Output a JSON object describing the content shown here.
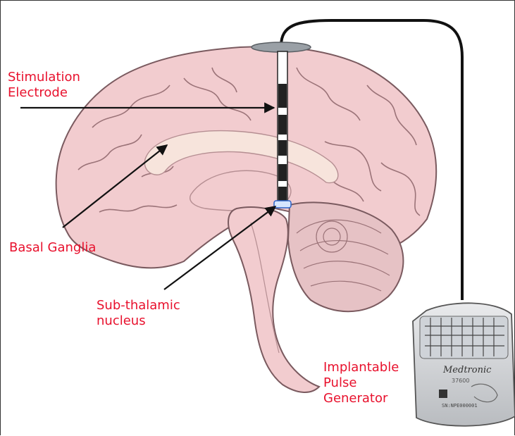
{
  "labels": {
    "electrode_line1": "Stimulation",
    "electrode_line2": "Electrode",
    "basal_ganglia": "Basal Ganglia",
    "stn_line1": "Sub-thalamic",
    "stn_line2": "nucleus",
    "ipg_line1": "Implantable",
    "ipg_line2": "Pulse",
    "ipg_line3": "Generator"
  },
  "device": {
    "brand": "Medtronic",
    "model": "37600",
    "serial": "SN:NPE000001"
  },
  "colors": {
    "label_red": "#e8112d",
    "brain_fill": "#f2cccf",
    "brain_outline": "#7a5a5f",
    "inner_pale": "#f7e4dc",
    "cerebellum": "#e6c2c5",
    "device_body": "#d7d9dc"
  }
}
